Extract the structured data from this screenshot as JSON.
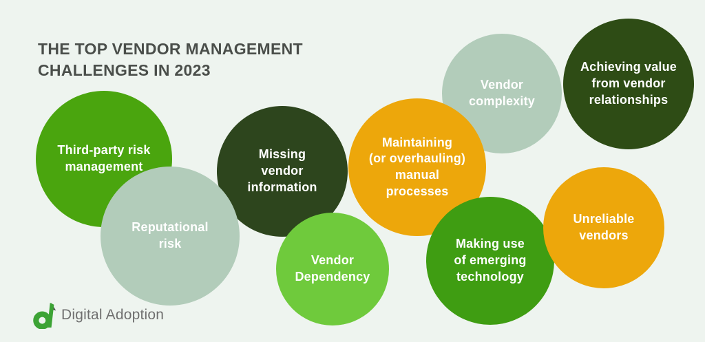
{
  "page": {
    "background": "#eef4ef"
  },
  "header": {
    "title": "THE TOP VENDOR MANAGEMENT\nCHALLENGES IN 2023",
    "color": "#4a4e4a"
  },
  "bubbles": [
    {
      "name": "third-party-risk",
      "label": "Third-party risk\nmanagement",
      "color": "#4aa50e",
      "text_color": "#ffffff"
    },
    {
      "name": "reputational-risk",
      "label": "Reputational\nrisk",
      "color": "#b2ccba",
      "text_color": "#ffffff"
    },
    {
      "name": "missing-vendor-information",
      "label": "Missing\nvendor\ninformation",
      "color": "#2d451d",
      "text_color": "#ffffff"
    },
    {
      "name": "vendor-dependency",
      "label": "Vendor\nDependency",
      "color": "#6fca3c",
      "text_color": "#ffffff"
    },
    {
      "name": "maintaining-manual-processes",
      "label": "Maintaining\n(or overhauling)\nmanual\nprocesses",
      "color": "#eda70b",
      "text_color": "#ffffff"
    },
    {
      "name": "vendor-complexity",
      "label": "Vendor\ncomplexity",
      "color": "#b2ccba",
      "text_color": "#ffffff"
    },
    {
      "name": "achieving-value",
      "label": "Achieving value\nfrom vendor\nrelationships",
      "color": "#2e4c15",
      "text_color": "#ffffff"
    },
    {
      "name": "making-use-emerging-tech",
      "label": "Making use\nof emerging\ntechnology",
      "color": "#3f9d12",
      "text_color": "#ffffff"
    },
    {
      "name": "unreliable-vendors",
      "label": "Unreliable\nvendors",
      "color": "#eda70b",
      "text_color": "#ffffff"
    }
  ],
  "logo": {
    "text": "Digital Adoption",
    "mark_green": "#3ca335",
    "mark_dark": "#4d4d4d",
    "text_color": "#6f6f6f"
  }
}
